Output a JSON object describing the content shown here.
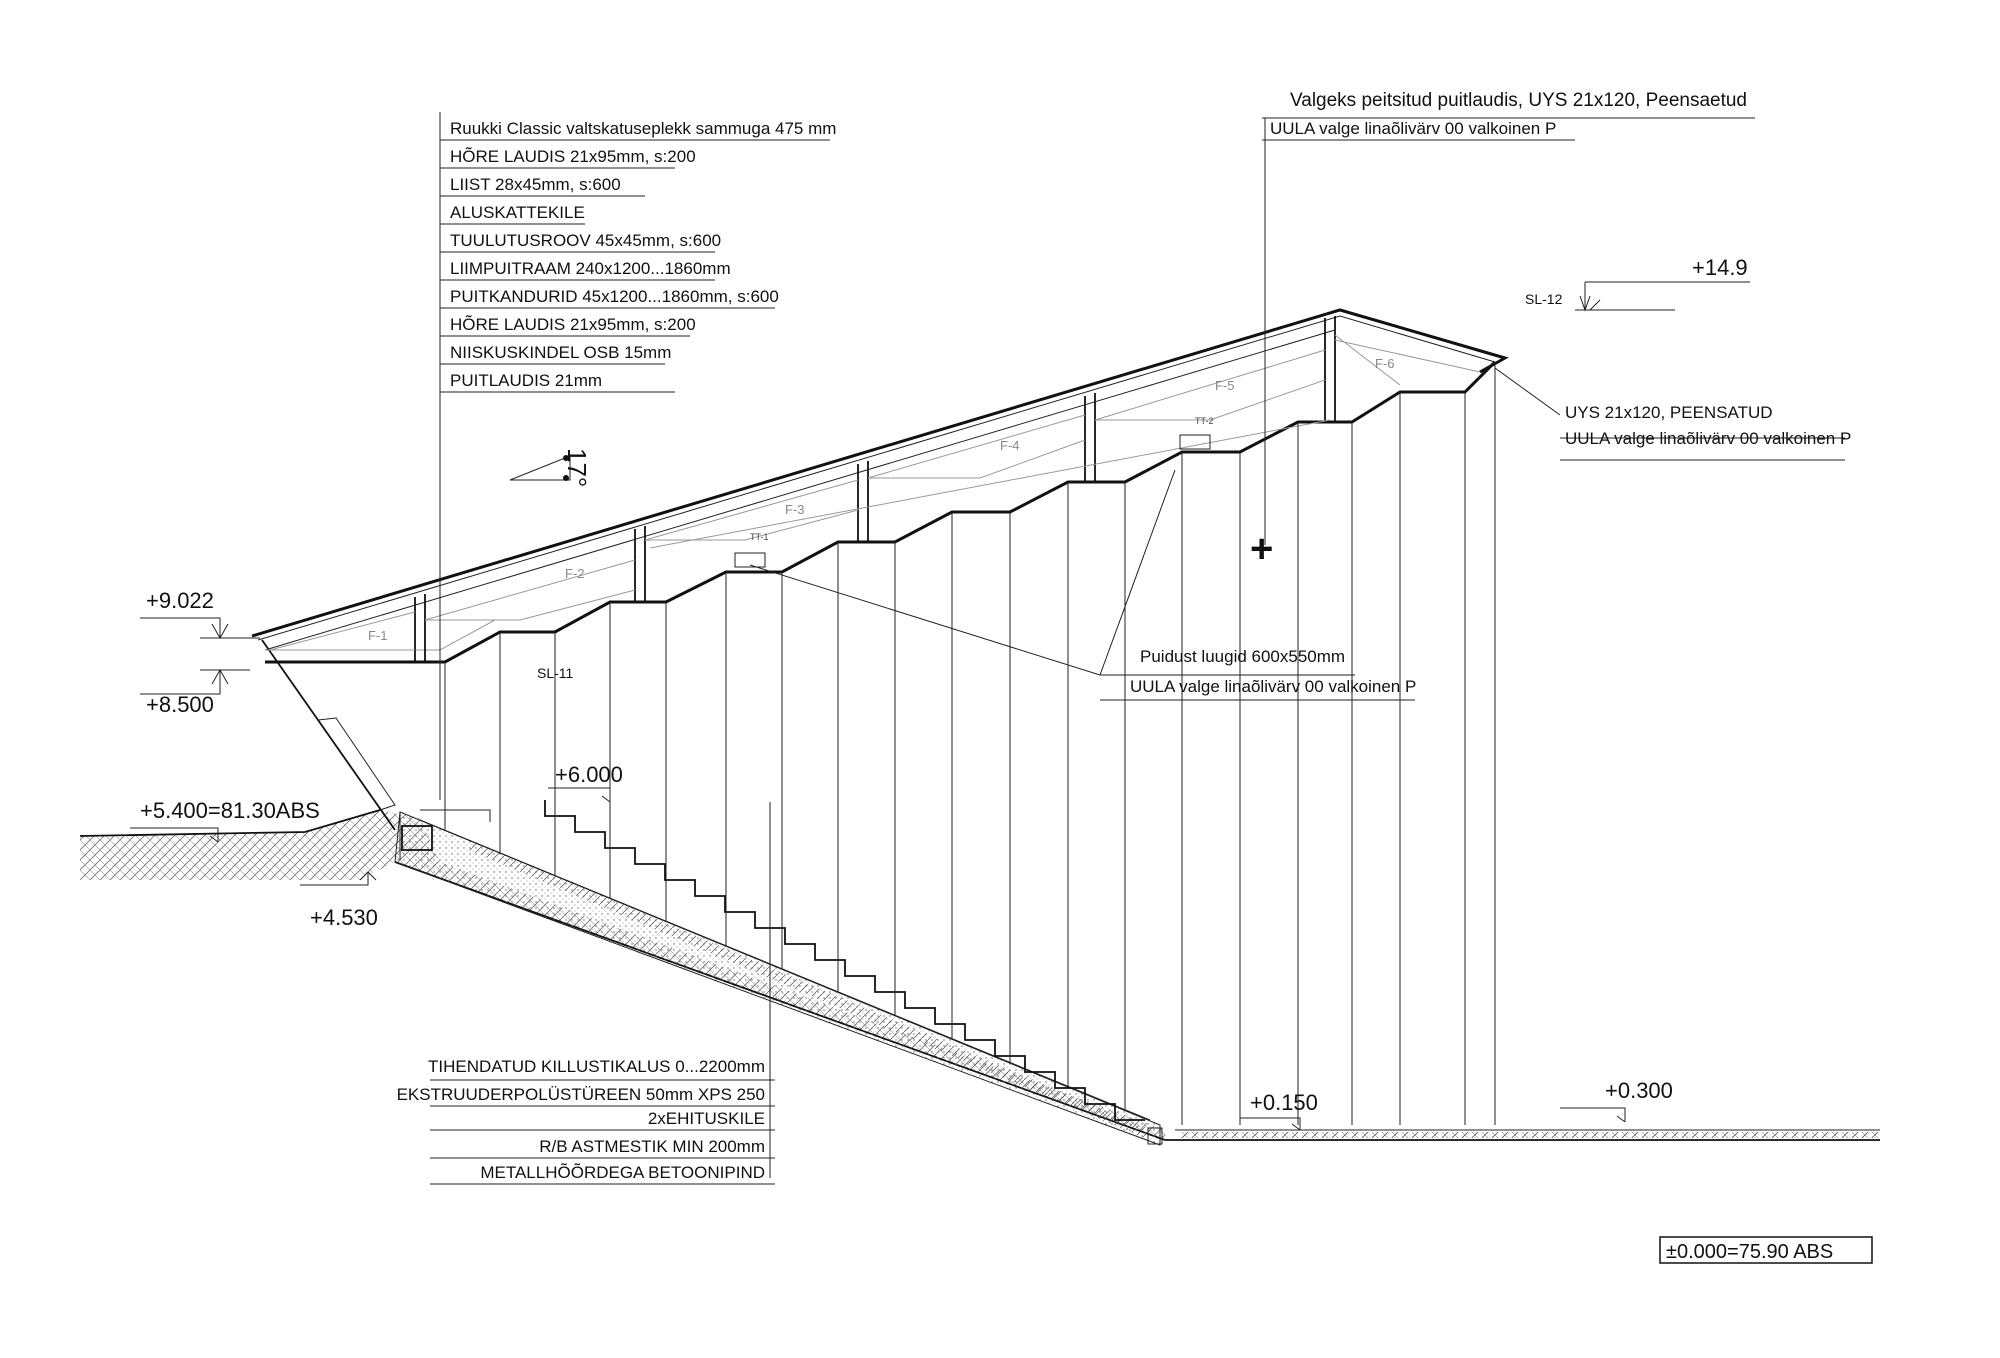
{
  "roof_layers": [
    "Ruukki Classic valtskatuseplekk sammuga 475 mm",
    "HÕRE LAUDIS 21x95mm, s:200",
    "LIIST 28x45mm, s:600",
    "ALUSKATTEKILE",
    "TUULUTUSROOV 45x45mm, s:600",
    "LIIMPUITRAAM 240x1200...1860mm",
    "PUITKANDURID 45x1200...1860mm, s:600",
    "HÕRE LAUDIS 21x95mm, s:200",
    "NIISKUSKINDEL OSB 15mm",
    "PUITLAUDIS 21mm"
  ],
  "top_label": {
    "line1": "Valgeks peitsitud puitlaudis, UYS 21x120, Peensaetud",
    "line2": "UULA valge linaõlivärv 00 valkoinen P"
  },
  "right_label": {
    "line1": "UYS 21x120, PEENSATUD",
    "line2": "UULA valge linaõlivärv 00 valkoinen P"
  },
  "hatch_label": {
    "line1": "Puidust luugid 600x550mm",
    "line2": "UULA valge linaõlivärv 00 valkoinen P"
  },
  "stair_layers": [
    "TIHENDATUD KILLUSTIKALUS 0...2200mm",
    "EKSTRUUDERPOLÜSTÜREEN 50mm XPS 250",
    "2xEHITUSKILE",
    "R/B ASTMESTIK MIN 200mm",
    "METALLHÕÕRDEGA BETOONIPIND"
  ],
  "elevations": {
    "e149": "+14.9",
    "e9022": "+9.022",
    "e8500": "+8.500",
    "e6000": "+6.000",
    "e5400": "+5.400=81.30ABS",
    "e4530": "+4.530",
    "e0150": "+0.150",
    "e0300": "+0.300"
  },
  "section_tags": {
    "sl11": "SL-11",
    "sl12": "SL-12"
  },
  "frames": [
    "F-1",
    "F-2",
    "F-3",
    "F-4",
    "F-5",
    "F-6"
  ],
  "small_tags": {
    "tt1": "TT-1",
    "tt2": "TT-2"
  },
  "roof_angle": "17°",
  "datum": "±0.000=75.90 ABS",
  "cross_mark": "+"
}
